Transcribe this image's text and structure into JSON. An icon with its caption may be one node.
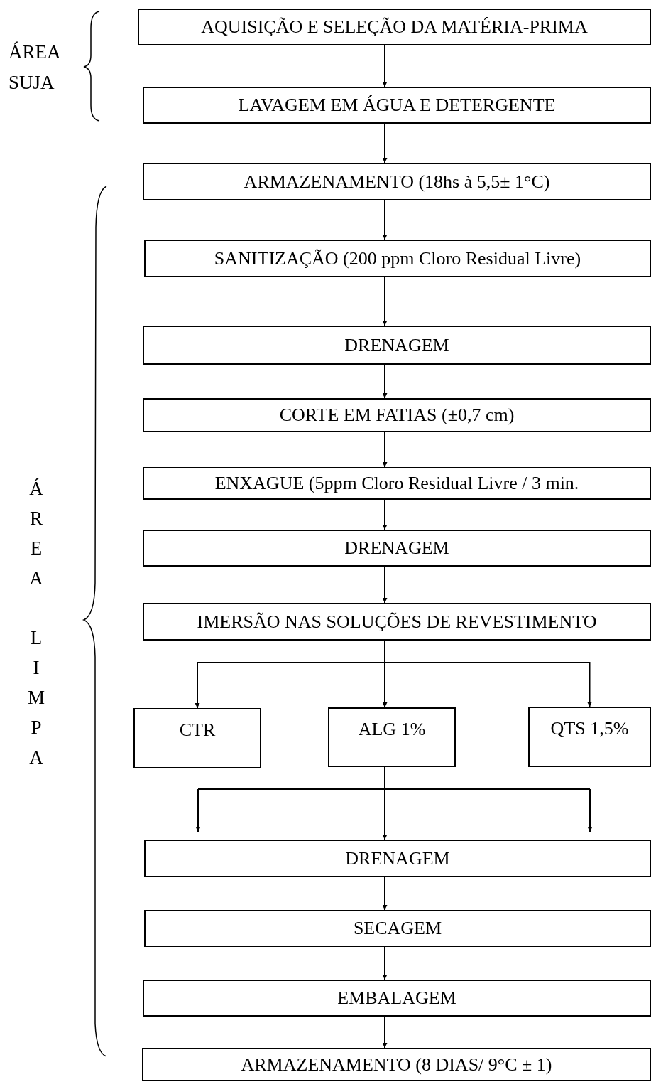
{
  "diagram": {
    "nodes": [
      {
        "text": [
          "AQUISIÇÃO E SELEÇÃO DA MATÉRIA-PRIMA"
        ]
      },
      {
        "text": [
          "LAVAGEM EM ÁGUA E DETERGENTE"
        ]
      },
      {
        "text": [
          "ARMAZENAMENTO (18hs à 5,5± 1°C)"
        ]
      },
      {
        "text": [
          "SANITIZAÇÃO (200 ppm Cloro Residual Livre)"
        ]
      },
      {
        "text": [
          "DRENAGEM"
        ]
      },
      {
        "text": [
          "CORTE EM FATIAS (±0,7 cm)"
        ]
      },
      {
        "text": [
          "ENXAGUE (5ppm Cloro Residual Livre / 3 min."
        ]
      },
      {
        "text": [
          "DRENAGEM"
        ]
      },
      {
        "text": [
          "IMERSÃO NAS SOLUÇÕES DE REVESTIMENTO"
        ]
      },
      {
        "text": [
          "CTR"
        ]
      },
      {
        "text": [
          "ALG 1%"
        ]
      },
      {
        "text": [
          "QTS 1,5%"
        ]
      },
      {
        "text": [
          "DRENAGEM"
        ]
      },
      {
        "text": [
          "SECAGEM"
        ]
      },
      {
        "text": [
          "EMBALAGEM"
        ]
      },
      {
        "text": [
          "ARMAZENAMENTO (8 DIAS/ 9°C ± 1)"
        ]
      }
    ],
    "edges": [
      {
        "from": 0,
        "to": 1,
        "arrow": "to"
      },
      {
        "from": 1,
        "to": 2,
        "arrow": "to"
      },
      {
        "from": 2,
        "to": 3,
        "arrow": "to"
      },
      {
        "from": 3,
        "to": 4,
        "arrow": "to"
      },
      {
        "from": 4,
        "to": 5,
        "arrow": "to"
      },
      {
        "from": 5,
        "to": 6,
        "arrow": "to"
      },
      {
        "from": 6,
        "to": 7,
        "arrow": "to"
      },
      {
        "from": 7,
        "to": 8,
        "arrow": "to"
      },
      {
        "from": 8,
        "to": 9,
        "arrow": "to"
      },
      {
        "from": 8,
        "to": 10,
        "arrow": "to"
      },
      {
        "from": 8,
        "to": 11,
        "arrow": "to"
      },
      {
        "from": 10,
        "to": 12,
        "arrow": "to"
      },
      {
        "from": 12,
        "to": 13,
        "arrow": "to"
      },
      {
        "from": 13,
        "to": 14,
        "arrow": "to"
      },
      {
        "from": 14,
        "to": 15,
        "arrow": "to"
      }
    ],
    "labels": [
      "ÁREA SUJA",
      "ÁREA LIMPA"
    ]
  }
}
